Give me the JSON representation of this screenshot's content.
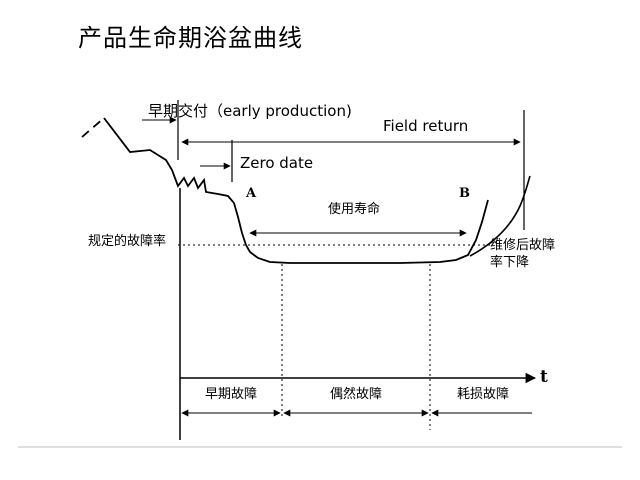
{
  "title": "产品生命期浴盆曲线",
  "labels": {
    "early_delivery": "早期交付（early production)",
    "field_return": "Field return",
    "zero_date": "Zero date",
    "point_a": "A",
    "point_b": "B",
    "useful_life": "使用寿命",
    "specified_failure_rate": "规定的故障率",
    "repair_line1": "维修后故障",
    "repair_line2": "率下降",
    "time_axis": "t"
  },
  "phases": [
    {
      "label": "早期故障"
    },
    {
      "label": "偶然故障"
    },
    {
      "label": "耗损故障"
    }
  ],
  "colors": {
    "line": "#000000",
    "background": "#ffffff",
    "footer_line": "#cccccc"
  }
}
